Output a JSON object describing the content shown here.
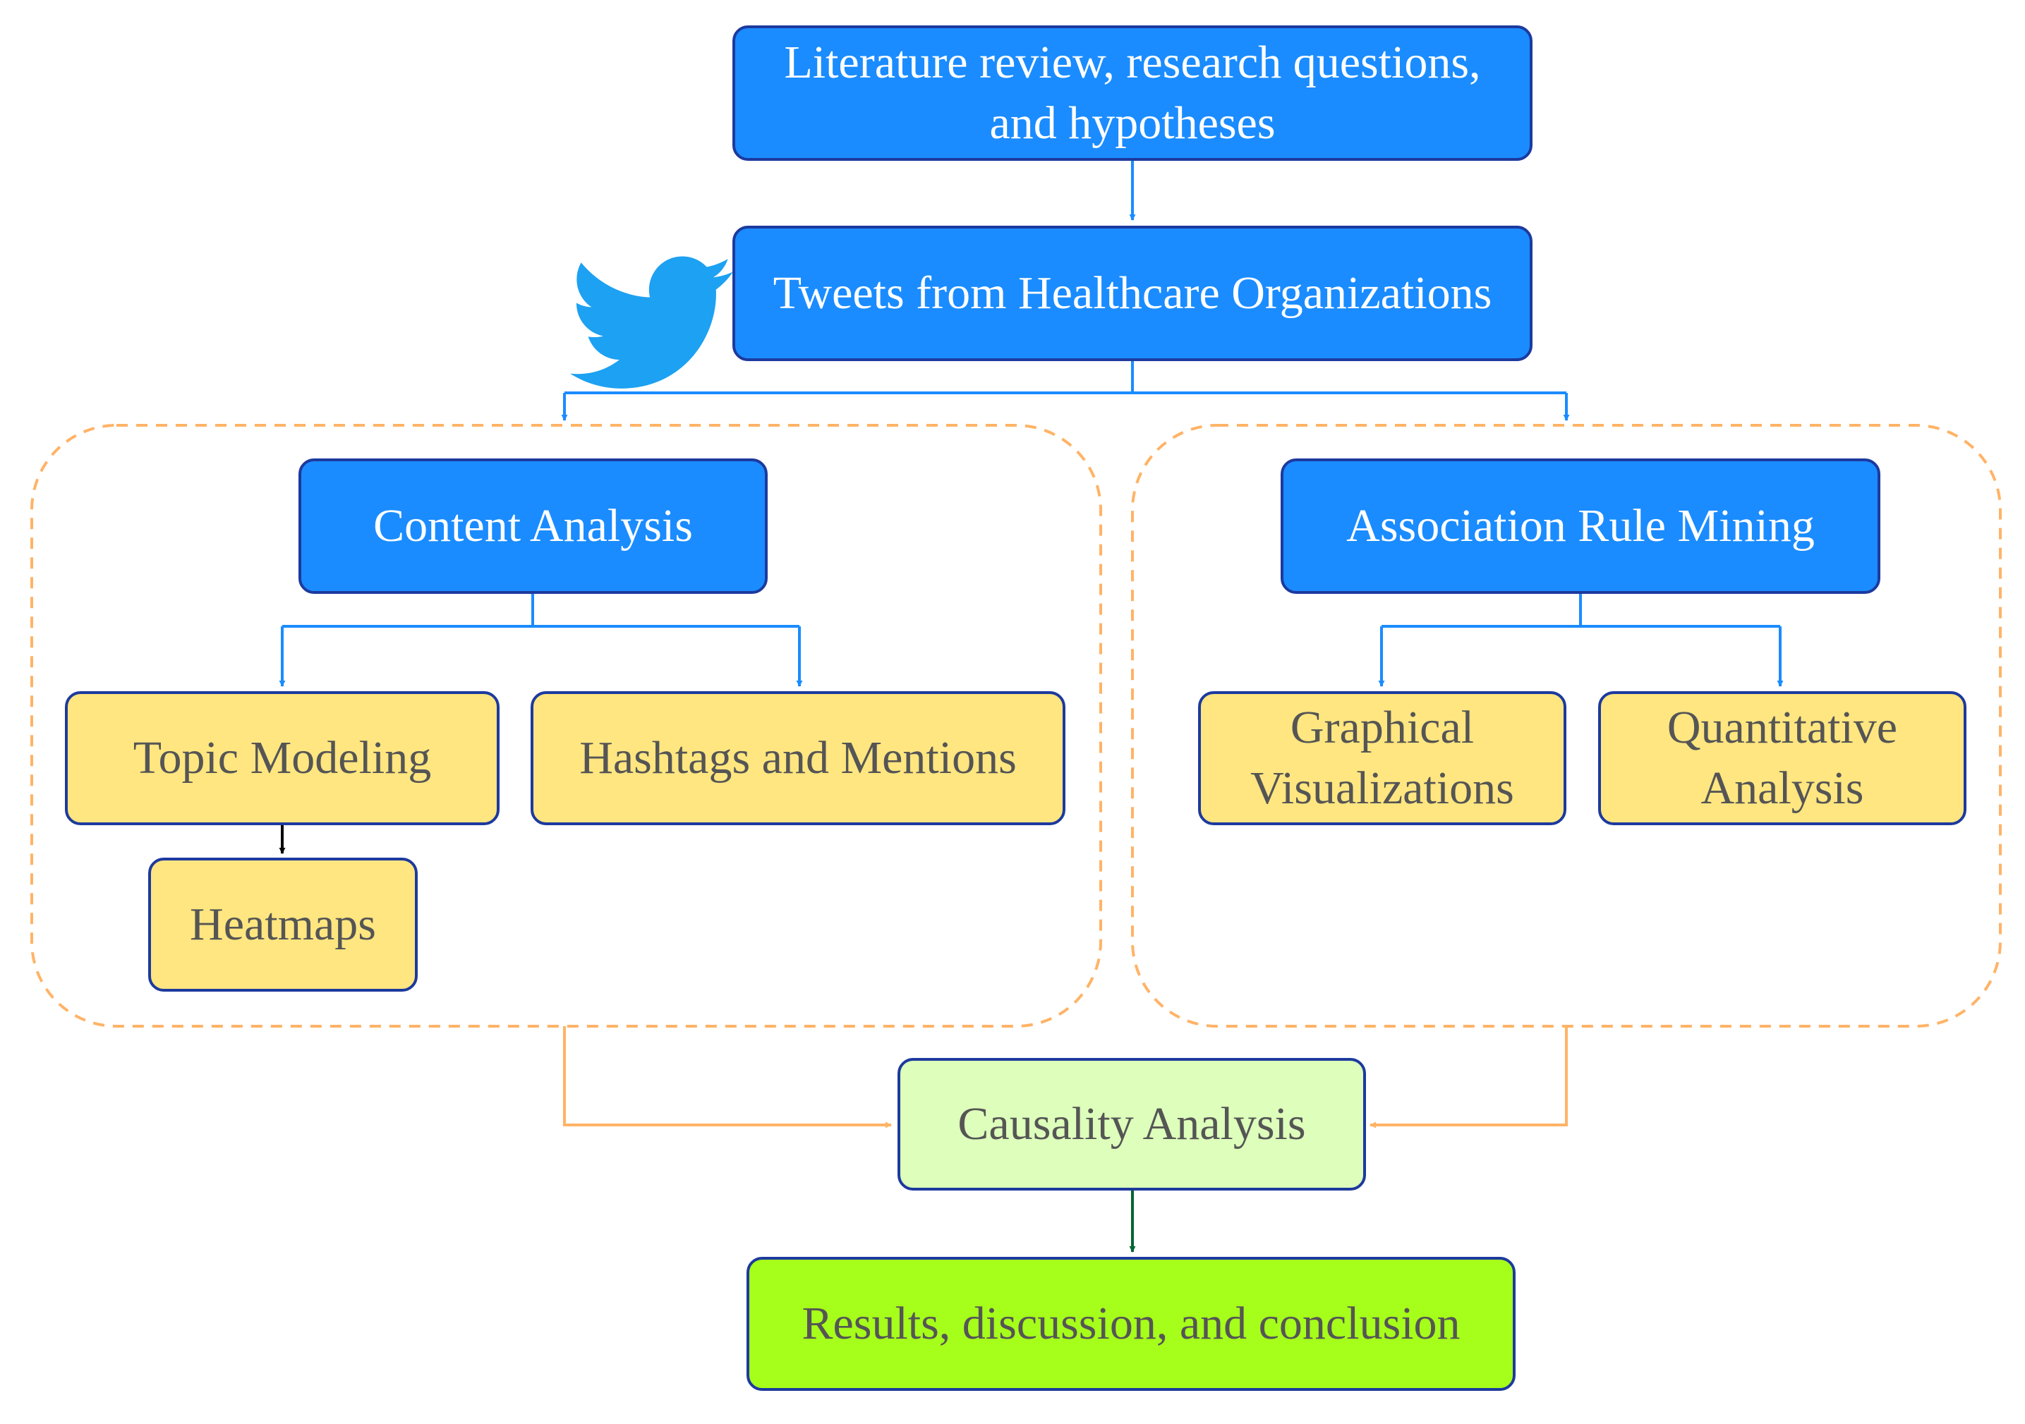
{
  "nodes": {
    "literature": {
      "line1": "Literature review, research questions,",
      "line2": "and hypotheses"
    },
    "tweets": "Tweets from Healthcare Organizations",
    "content_analysis": "Content Analysis",
    "association_rule_mining": "Association Rule Mining",
    "topic_modeling": "Topic Modeling",
    "hashtags_mentions": "Hashtags and Mentions",
    "heatmaps": "Heatmaps",
    "graphical": {
      "line1": "Graphical",
      "line2": "Visualizations"
    },
    "quantitative": {
      "line1": "Quantitative",
      "line2": "Analysis"
    },
    "causality": "Causality Analysis",
    "results": "Results, discussion, and conclusion"
  },
  "icons": {
    "brand": "twitter-bird-icon"
  },
  "colors": {
    "primary_box": "#1a8cff",
    "secondary_box": "#ffe680",
    "causality_box": "#ddffbb",
    "results_box": "#a6ff1a",
    "box_border": "#1d3a9e",
    "blue_arrow": "#1a8cff",
    "orange_arrow": "#ffb366",
    "dark_green_arrow": "#006633",
    "twitter_blue": "#1da1f2"
  }
}
